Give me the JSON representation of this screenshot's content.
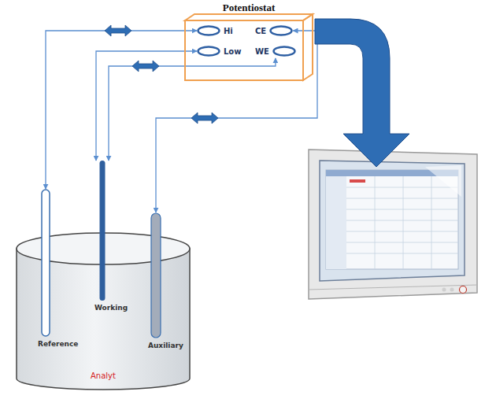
{
  "diagram": {
    "nodes": [
      {
        "text": [
          "Potentiostat"
        ]
      },
      {
        "text": [
          "Hi"
        ],
        "in": 0
      },
      {
        "text": [
          "CE"
        ],
        "in": 0
      },
      {
        "text": [
          "Low"
        ],
        "in": 0
      },
      {
        "text": [
          "WE"
        ],
        "in": 0
      },
      {
        "text": [
          "Analyt"
        ]
      },
      {
        "text": [
          "Reference"
        ],
        "in": 5
      },
      {
        "text": [
          "Working"
        ],
        "in": 5
      },
      {
        "text": [
          "Auxiliary"
        ],
        "in": 5
      }
    ],
    "edges": [
      {
        "from": 1,
        "to": 6,
        "arrow": "both"
      },
      {
        "from": 3,
        "to": 7,
        "arrow": "both"
      },
      {
        "from": 4,
        "to": 7,
        "arrow": "both"
      },
      {
        "from": 2,
        "to": 8,
        "arrow": "both"
      }
    ]
  }
}
